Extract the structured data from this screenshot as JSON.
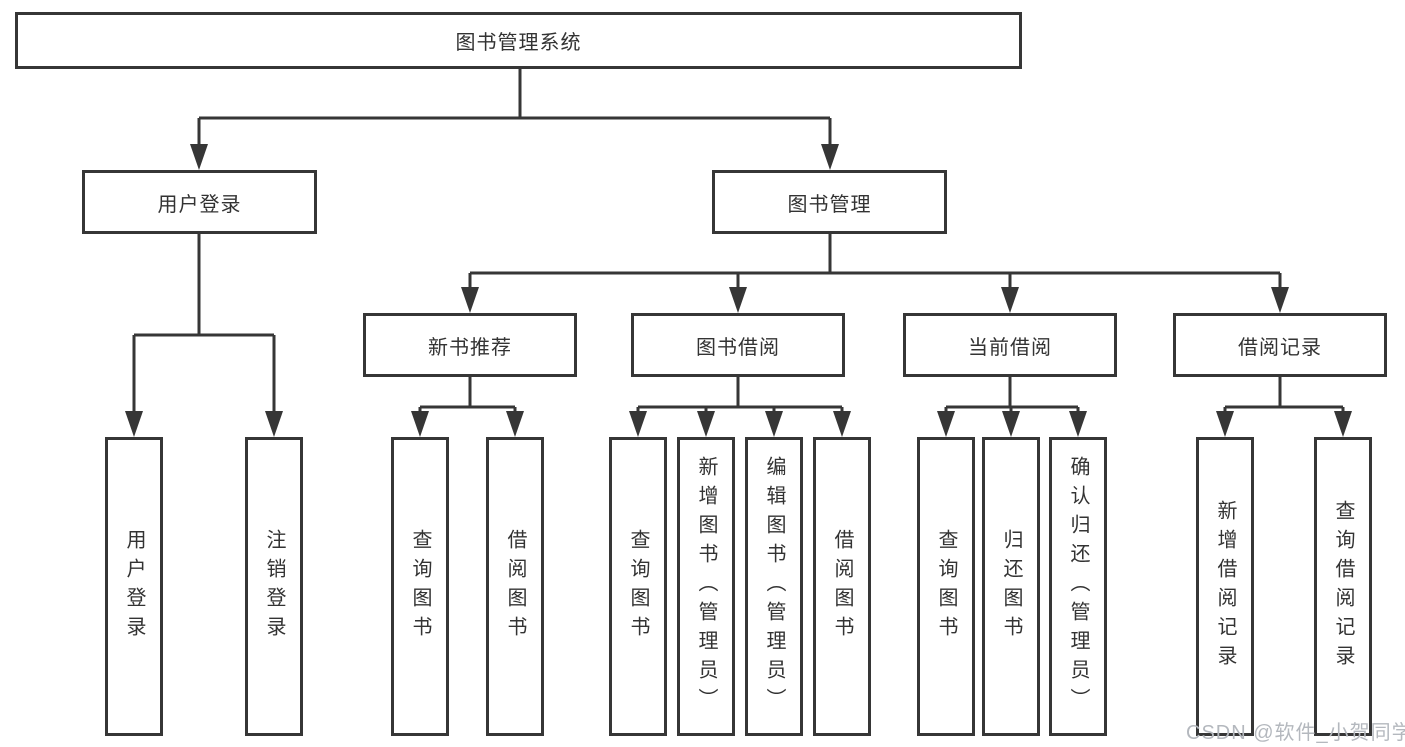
{
  "watermark": "CSDN @软件_小贺同学",
  "colors": {
    "line": "#363636",
    "box_border": "#363636",
    "text": "#333333",
    "watermark": "#b4b8be",
    "background": "#ffffff"
  },
  "diagram": {
    "root": {
      "label": "图书管理系统",
      "children": [
        {
          "label": "用户登录",
          "children": [
            {
              "label": "用户登录"
            },
            {
              "label": "注销登录"
            }
          ]
        },
        {
          "label": "图书管理",
          "children": [
            {
              "label": "新书推荐",
              "children": [
                {
                  "label": "查询图书"
                },
                {
                  "label": "借阅图书"
                }
              ]
            },
            {
              "label": "图书借阅",
              "children": [
                {
                  "label": "查询图书"
                },
                {
                  "label": "新增图书（管理员）"
                },
                {
                  "label": "编辑图书（管理员）"
                },
                {
                  "label": "借阅图书"
                }
              ]
            },
            {
              "label": "当前借阅",
              "children": [
                {
                  "label": "查询图书"
                },
                {
                  "label": "归还图书"
                },
                {
                  "label": "确认归还（管理员）"
                }
              ]
            },
            {
              "label": "借阅记录",
              "children": [
                {
                  "label": "新增借阅记录"
                },
                {
                  "label": "查询借阅记录"
                }
              ]
            }
          ]
        }
      ]
    }
  }
}
